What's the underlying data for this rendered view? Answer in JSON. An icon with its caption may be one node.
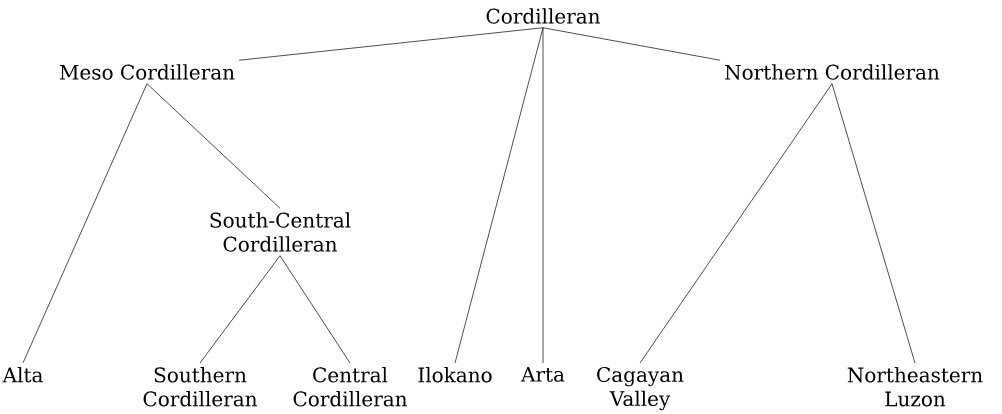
{
  "diagram": {
    "nodes": [
      {
        "text": [
          "Cordilleran"
        ]
      },
      {
        "text": [
          "Meso Cordilleran"
        ]
      },
      {
        "text": [
          "Northern Cordilleran"
        ]
      },
      {
        "text": [
          "South-Central Cordilleran"
        ]
      },
      {
        "text": [
          "Alta"
        ]
      },
      {
        "text": [
          "Southern Cordilleran"
        ]
      },
      {
        "text": [
          "Central Cordilleran"
        ]
      },
      {
        "text": [
          "Ilokano"
        ]
      },
      {
        "text": [
          "Arta"
        ]
      },
      {
        "text": [
          "Cagayan Valley"
        ]
      },
      {
        "text": [
          "Northeastern Luzon"
        ]
      }
    ],
    "edges": [
      {
        "from": 0,
        "to": 1,
        "arrow": "none"
      },
      {
        "from": 0,
        "to": 7,
        "arrow": "none"
      },
      {
        "from": 0,
        "to": 8,
        "arrow": "none"
      },
      {
        "from": 0,
        "to": 2,
        "arrow": "none"
      },
      {
        "from": 1,
        "to": 4,
        "arrow": "none"
      },
      {
        "from": 1,
        "to": 3,
        "arrow": "none"
      },
      {
        "from": 3,
        "to": 5,
        "arrow": "none"
      },
      {
        "from": 3,
        "to": 6,
        "arrow": "none"
      },
      {
        "from": 2,
        "to": 9,
        "arrow": "none"
      },
      {
        "from": 2,
        "to": 10,
        "arrow": "none"
      }
    ]
  }
}
